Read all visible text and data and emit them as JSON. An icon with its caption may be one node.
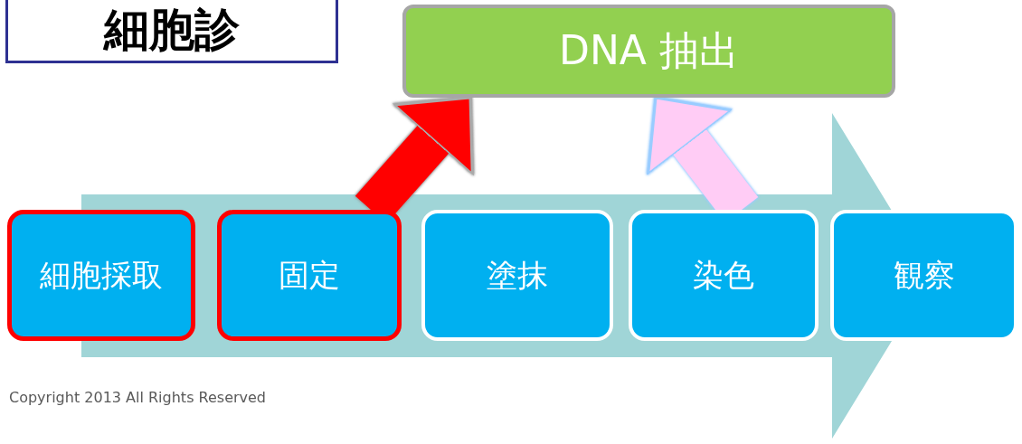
{
  "diagram": {
    "title": "細胞診",
    "nodes": [
      {
        "text": [
          "DNA 抽出"
        ]
      },
      {
        "text": [
          "細胞採取"
        ]
      },
      {
        "text": [
          "固定"
        ]
      },
      {
        "text": [
          "塗抹"
        ]
      },
      {
        "text": [
          "染色"
        ]
      },
      {
        "text": [
          "観察"
        ]
      }
    ],
    "edges": [
      {
        "from": 2,
        "to": 0,
        "arrow": "to",
        "color": "#ff0000"
      },
      {
        "from": 4,
        "to": 0,
        "arrow": "to",
        "color": "#ffccf5"
      }
    ],
    "labels": [
      "Copyright 2013 All Rights Reserved"
    ]
  }
}
